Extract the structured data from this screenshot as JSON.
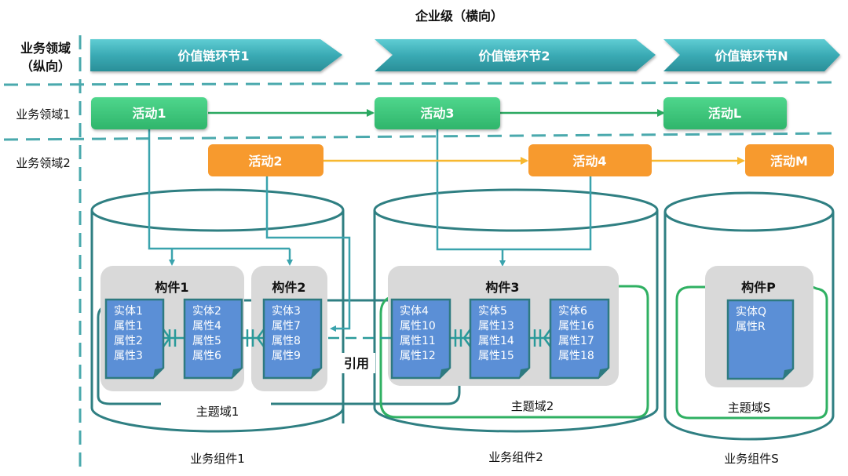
{
  "title": "企业级（横向）",
  "axis_label_vertical": [
    "业务领域",
    "（纵向）"
  ],
  "value_chain": [
    {
      "label": "价值链环节1"
    },
    {
      "label": "价值链环节2"
    },
    {
      "label": "价值链环节N"
    }
  ],
  "business_domains": [
    {
      "label": "业务领域1"
    },
    {
      "label": "业务领域2"
    }
  ],
  "activities": {
    "domain1": [
      {
        "label": "活动1"
      },
      {
        "label": "活动3"
      },
      {
        "label": "活动L"
      }
    ],
    "domain2": [
      {
        "label": "活动2"
      },
      {
        "label": "活动4"
      },
      {
        "label": "活动M"
      }
    ]
  },
  "components": [
    {
      "label": "构件1",
      "entities": [
        {
          "lines": [
            "实体1",
            "属性1",
            "属性2",
            "属性3"
          ]
        },
        {
          "lines": [
            "实体2",
            "属性4",
            "属性5",
            "属性6"
          ]
        }
      ]
    },
    {
      "label": "构件2",
      "entities": [
        {
          "lines": [
            "实体3",
            "属性7",
            "属性8",
            "属性9"
          ]
        }
      ]
    },
    {
      "label": "构件3",
      "entities": [
        {
          "lines": [
            "实体4",
            "属性10",
            "属性11",
            "属性12"
          ]
        },
        {
          "lines": [
            "实体5",
            "属性13",
            "属性14",
            "属性15"
          ]
        },
        {
          "lines": [
            "实体6",
            "属性16",
            "属性17",
            "属性18"
          ]
        }
      ]
    },
    {
      "label": "构件P",
      "entities": [
        {
          "lines": [
            "实体Q",
            "属性R"
          ]
        }
      ]
    }
  ],
  "subject_domains": [
    {
      "label": "主题域1"
    },
    {
      "label": "主题域2"
    },
    {
      "label": "主题域S"
    }
  ],
  "business_components": [
    {
      "label": "业务组件1"
    },
    {
      "label": "业务组件2"
    },
    {
      "label": "业务组件S"
    }
  ],
  "reference_label": "引用",
  "colors": {
    "chain": "#3aaab4",
    "activity_domain1": "#3cc47a",
    "activity_domain2": "#f79a2e",
    "entity": "#5b8fd6",
    "entity_border": "#2e7a80",
    "component_bg": "#d9d9d9",
    "cylinder": "#2f7f82",
    "connector": "#3aa3ad",
    "subject_green": "#2fb062",
    "flow_green": "#2aa860",
    "flow_orange": "#f7b830",
    "dash": "#4aa9ad"
  }
}
